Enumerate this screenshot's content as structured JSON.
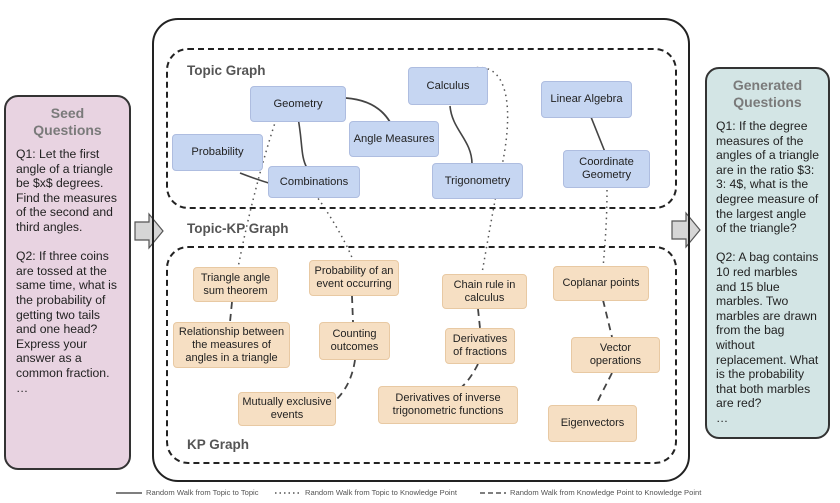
{
  "seed_panel": {
    "title": "Seed Questions",
    "text": "Q1: Let the first angle of a triangle be $x$ degrees. Find the measures of the second and third angles.\n\nQ2: If three coins are tossed at the same time, what is the probability of getting two tails and one head? Express your answer as a common fraction.\n…"
  },
  "generated_panel": {
    "title": "Generated Questions",
    "text": "Q1: If the degree measures of the angles of a triangle are in the ratio $3: 3: 4$, what is the degree measure of the largest angle of the triangle?\n\nQ2: A bag contains 10 red marbles and 15 blue marbles. Two marbles are drawn from the bag without replacement. What is the probability that both marbles are red?\n…"
  },
  "labels": {
    "topic_graph": "Topic Graph",
    "topic_kp_graph": "Topic-KP Graph",
    "kp_graph": "KP Graph"
  },
  "topics": {
    "geometry": "Geometry",
    "calculus": "Calculus",
    "linear_algebra": "Linear Algebra",
    "angle_measures": "Angle Measures",
    "probability": "Probability",
    "combinations": "Combinations",
    "trigonometry": "Trigonometry",
    "coordinate_geometry": "Coordinate Geometry"
  },
  "knowledge_points": {
    "triangle_angle_sum": "Triangle angle sum theorem",
    "probability_event": "Probability of an event occurring",
    "chain_rule": "Chain rule in calculus",
    "coplanar_points": "Coplanar points",
    "relationship_angles": "Relationship between the measures of angles in a triangle",
    "counting_outcomes": "Counting outcomes",
    "derivatives_fractions": "Derivatives of fractions",
    "vector_operations": "Vector operations",
    "mutually_exclusive": "Mutually exclusive events",
    "derivatives_inverse_trig": "Derivatives of inverse trigonometric functions",
    "eigenvectors": "Eigenvectors"
  },
  "legend": {
    "solid": "Random Walk from Topic to Topic",
    "dotted": "Random Walk from Topic to Knowledge Point",
    "dashed": "Random Walk from Knowledge Point  to Knowledge Point"
  }
}
